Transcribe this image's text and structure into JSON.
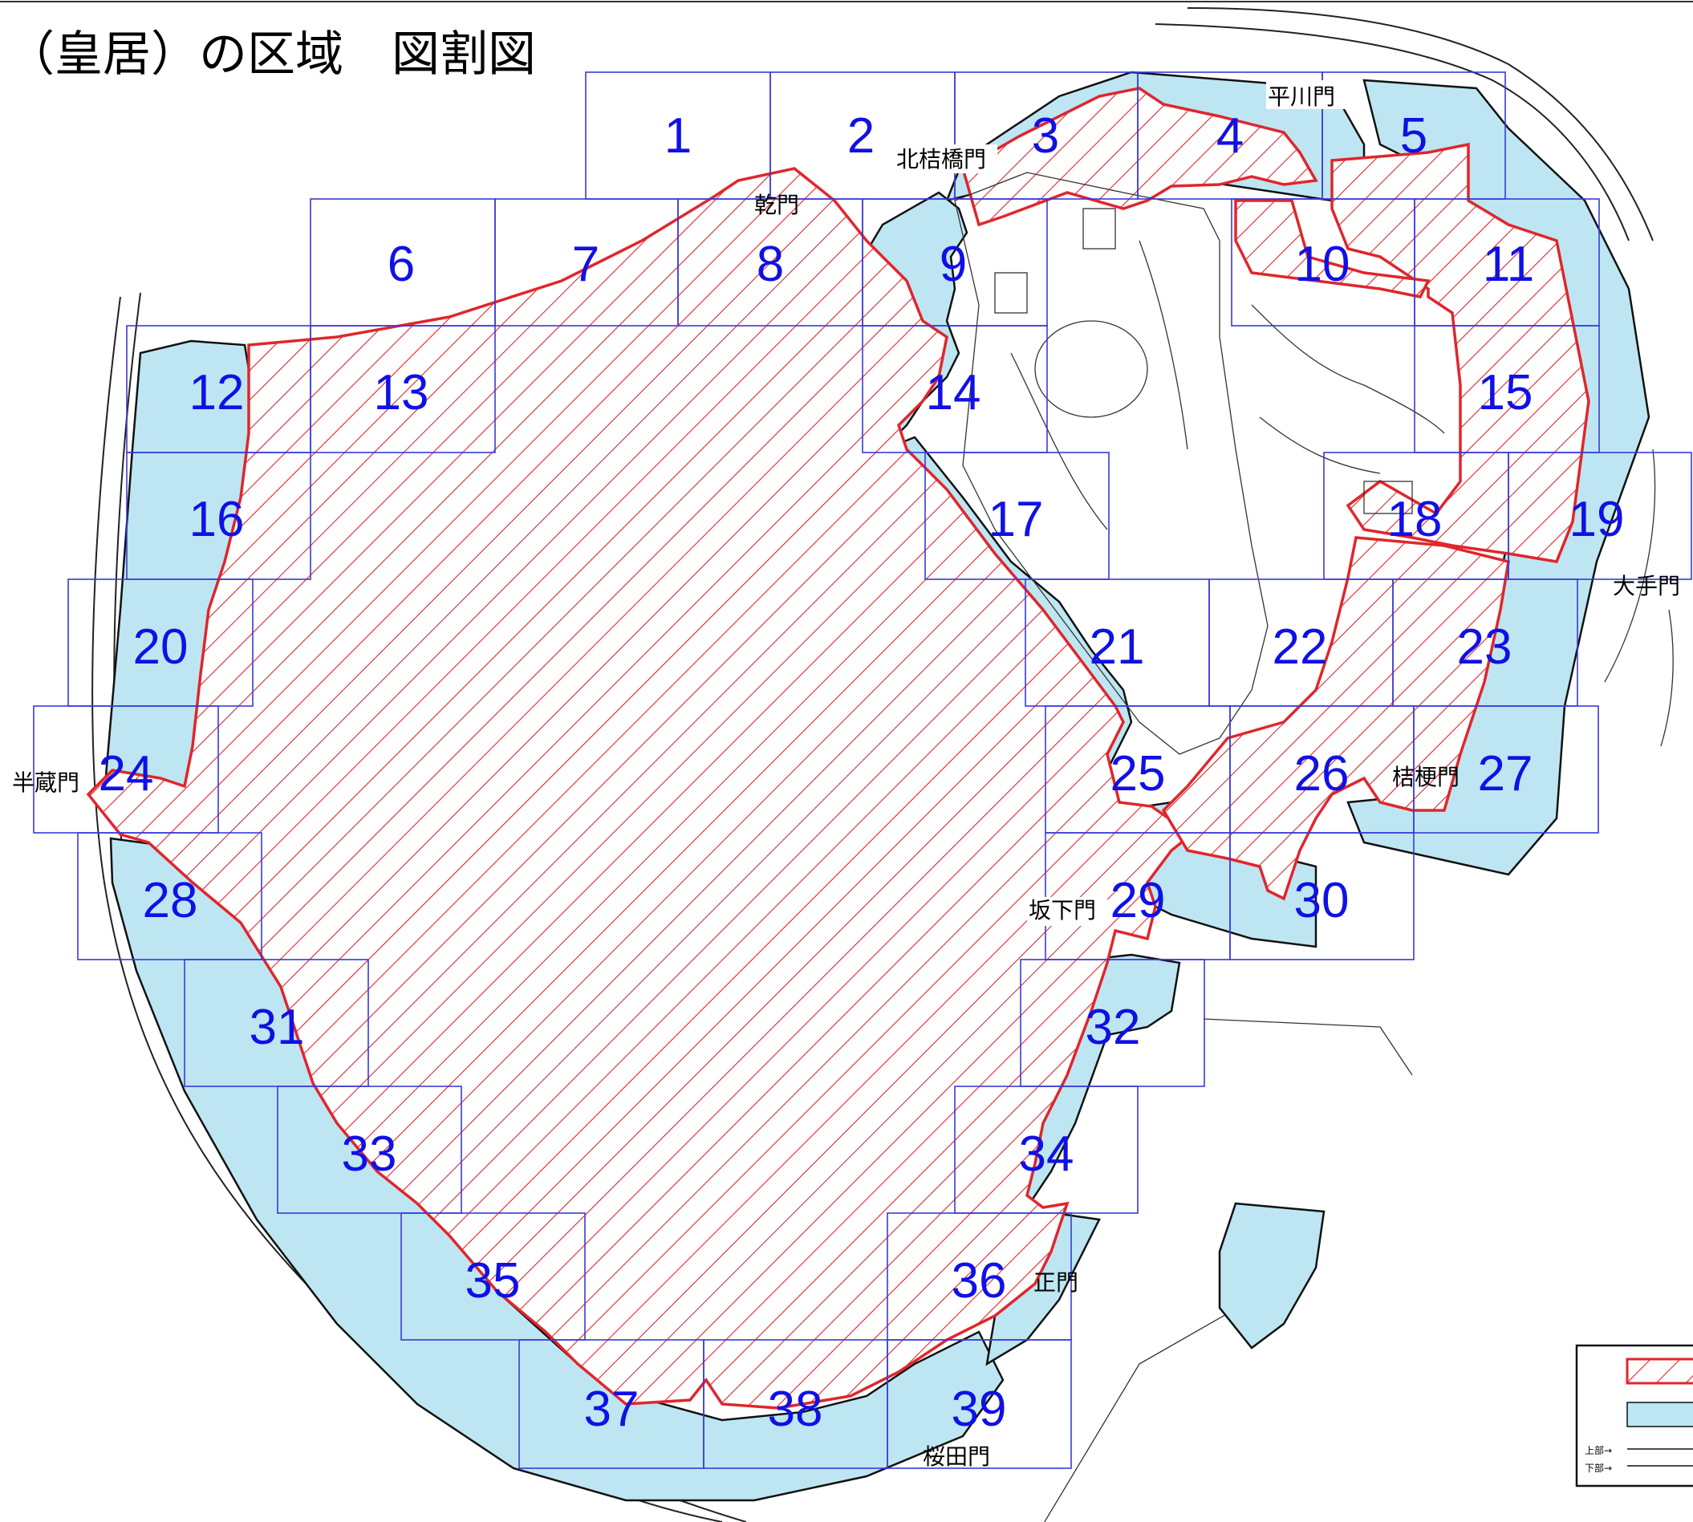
{
  "title": "（皇居）の区域　図割図",
  "colors": {
    "hatch_red": "#e0262b",
    "moat_blue": "#bde6f2",
    "grid_blue": "#3a3ad8",
    "label_blue": "#1010e6"
  },
  "sections": [
    "1",
    "2",
    "3",
    "4",
    "5",
    "6",
    "7",
    "8",
    "9",
    "10",
    "11",
    "12",
    "13",
    "14",
    "15",
    "16",
    "17",
    "18",
    "19",
    "20",
    "21",
    "22",
    "23",
    "24",
    "25",
    "26",
    "27",
    "28",
    "29",
    "30",
    "31",
    "32",
    "33",
    "34",
    "35",
    "36",
    "37",
    "38",
    "39"
  ],
  "gates": {
    "hirakawa": "平川門",
    "kitahanebashi": "北桔橋門",
    "inui": "乾門",
    "otemon": "大手門",
    "hanzomon": "半蔵門",
    "kikyomon": "桔梗門",
    "sakashitamon": "坂下門",
    "seimon": "正門",
    "sakuradamon": "桜田門"
  },
  "legend": {
    "upper_label": "上部→",
    "lower_label": "下部→"
  }
}
